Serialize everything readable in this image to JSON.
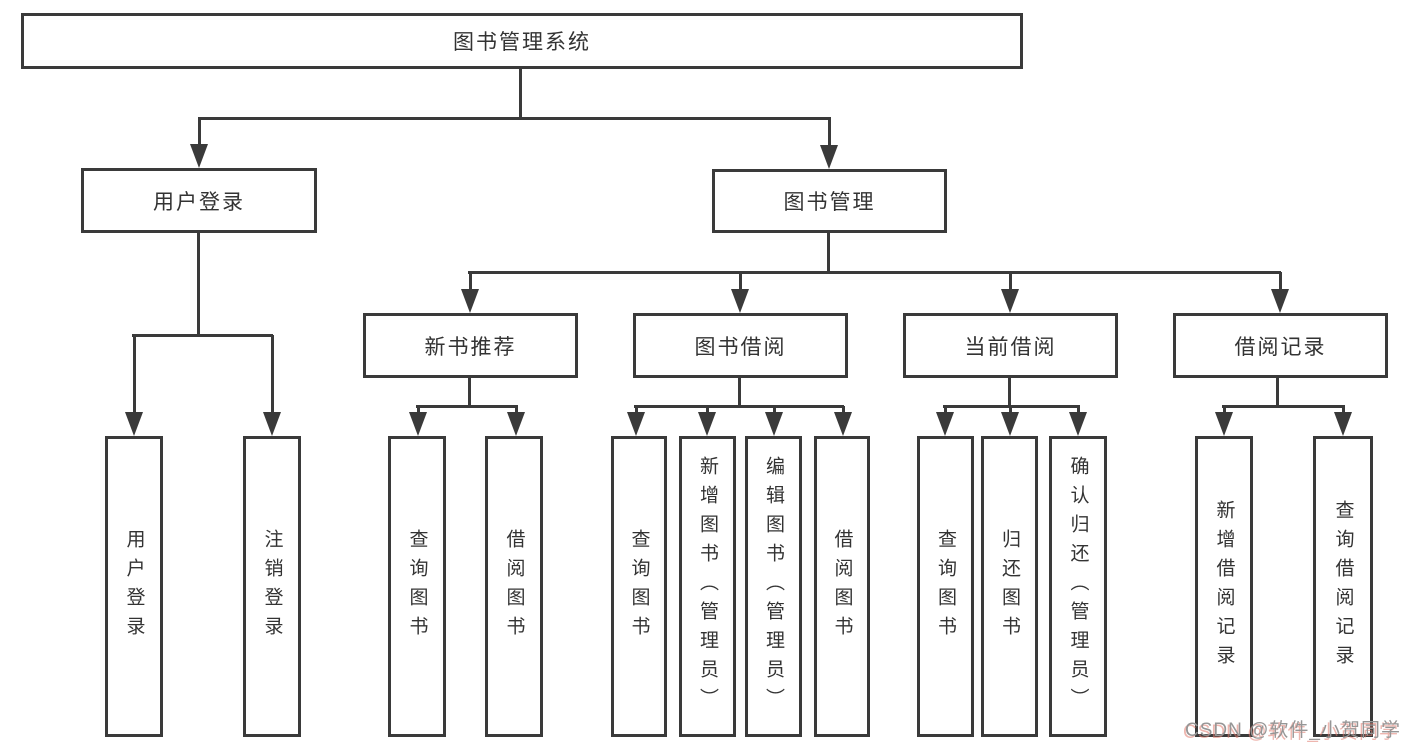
{
  "diagram": {
    "title_node": {
      "label": "图书管理系统"
    },
    "level2": [
      {
        "label": "用户登录",
        "parent": "图书管理系统"
      },
      {
        "label": "图书管理",
        "parent": "图书管理系统"
      }
    ],
    "level3": [
      {
        "label": "新书推荐",
        "parent": "图书管理"
      },
      {
        "label": "图书借阅",
        "parent": "图书管理"
      },
      {
        "label": "当前借阅",
        "parent": "图书管理"
      },
      {
        "label": "借阅记录",
        "parent": "图书管理"
      }
    ],
    "leaves": [
      {
        "label": "用户登录",
        "parent": "用户登录"
      },
      {
        "label": "注销登录",
        "parent": "用户登录"
      },
      {
        "label": "查询图书",
        "parent": "新书推荐"
      },
      {
        "label": "借阅图书",
        "parent": "新书推荐"
      },
      {
        "label": "查询图书",
        "parent": "图书借阅"
      },
      {
        "label": "新增图书（管理员）",
        "parent": "图书借阅"
      },
      {
        "label": "编辑图书（管理员）",
        "parent": "图书借阅"
      },
      {
        "label": "借阅图书",
        "parent": "图书借阅"
      },
      {
        "label": "查询图书",
        "parent": "当前借阅"
      },
      {
        "label": "归还图书",
        "parent": "当前借阅"
      },
      {
        "label": "确认归还（管理员）",
        "parent": "当前借阅"
      },
      {
        "label": "新增借阅记录",
        "parent": "借阅记录"
      },
      {
        "label": "查询借阅记录",
        "parent": "借阅记录"
      }
    ]
  },
  "watermark": {
    "text": "CSDN @软件_小贺同学"
  },
  "colors": {
    "line": "#3a3a3a",
    "text": "#333333",
    "background": "#ffffff",
    "watermark_gray": "#969696",
    "watermark_red": "#e07a6e"
  }
}
